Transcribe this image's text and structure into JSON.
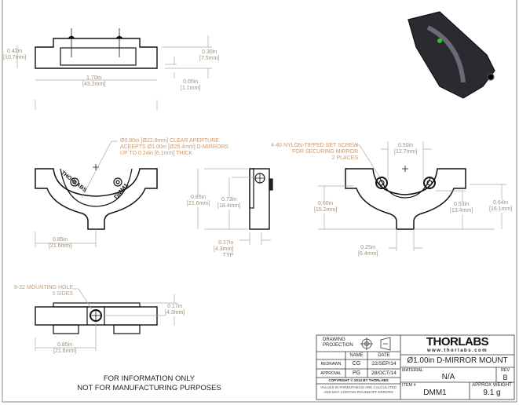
{
  "top_view": {
    "height": [
      "0.42in",
      "[10.7mm]"
    ],
    "length": [
      "1.70in",
      "[43.2mm]"
    ],
    "thickness": [
      "0.30in",
      "[7.5mm]"
    ],
    "offset": [
      "0.05in",
      "[1.1mm]"
    ]
  },
  "front_view": {
    "aperture_note": [
      "Ø0.90in [Ø22.9mm] CLEAR APERTURE",
      "ACEEPTS Ø1.00in [Ø25.4mm] D-MIRRORS",
      "UP TO 0.24in [6.1mm] THICK"
    ],
    "half_width": [
      "0.85in",
      "[21.6mm]"
    ],
    "engraving_left": "THORLABS",
    "engraving_right": "DMM1"
  },
  "side_view": {
    "height": [
      "0.85in",
      "[21.6mm]"
    ],
    "hole_height": [
      "0.73in",
      "[18.4mm]"
    ],
    "flange": [
      "0.17in",
      "[4.3mm]",
      "TYP"
    ]
  },
  "back_view": {
    "screw_note": [
      "4-40 NYLON-TIPPED SET SCREW",
      "FOR SECURING MIRROR",
      "2 PLACES"
    ],
    "screw_spacing": [
      "0.50in",
      "[12.7mm]"
    ],
    "left_height": [
      "0.60in",
      "[15.2mm]"
    ],
    "inner_height": [
      "0.53in",
      "[13.4mm]"
    ],
    "right_height": [
      "0.64in",
      "[16.1mm]"
    ],
    "foot_width": [
      "0.25in",
      "[6.4mm]"
    ]
  },
  "bottom_view": {
    "hole_note": [
      "8-32 MOUNTING HOLE",
      "3 SIDES"
    ],
    "hole_offset": [
      "0.17in",
      "[4.3mm]"
    ],
    "half_width": [
      "0.85in",
      "[21.6mm]"
    ]
  },
  "disclaimer": [
    "FOR INFORMATION ONLY",
    "NOT FOR MANUFACTURING PURPOSES"
  ],
  "title_block": {
    "drawing_projection": [
      "DRAWING",
      "PROJECTION"
    ],
    "col_name": "NAME",
    "col_date": "DATE",
    "rows": [
      {
        "role": "REDRAWN",
        "name": "CG",
        "date": "22/SEP/14"
      },
      {
        "role": "APPROVAL",
        "name": "PG",
        "date": "28/OCT/14"
      }
    ],
    "copyright": "COPYRIGHT © 2014 BY THORLABS",
    "values_note": [
      "VALUES IN PARENTHESIS ARE CALCULATED",
      "AND MAY CONTAIN ROUNDOFF ERRORS"
    ],
    "logo": "THORLABS",
    "website": "www.thorlabs.com",
    "title": "Ø1.00in D-MIRROR MOUNT",
    "material_label": "MATERIAL",
    "material": "N/A",
    "rev_label": "REV",
    "rev": "B",
    "item_label": "ITEM #",
    "item": "DMM1",
    "weight_label": "APPROX WEIGHT",
    "weight": "9.1 g"
  }
}
